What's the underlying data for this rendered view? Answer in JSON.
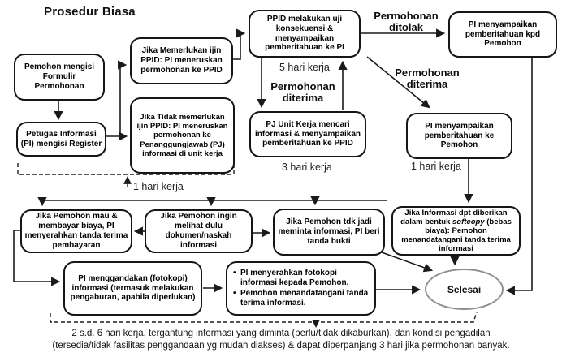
{
  "title": "Prosedur Biasa",
  "nodes": {
    "pemohon_formulir": "Pemohon mengisi Formulir Permohonan",
    "petugas_register": "Petugas Informasi (PI) mengisi Register",
    "perlu_ijin": "Jika Memerlukan ijin PPID: PI meneruskan permohonan ke PPID",
    "tidak_perlu_ijin": "Jika Tidak memerlukan ijin PPID: PI meneruskan permohonan ke Penanggungjawab (PJ) informasi di unit kerja",
    "ppid_uji": "PPID melakukan uji konsekuensi & menyampaikan pemberitahuan ke PI",
    "pi_kpd_pemohon": "PI menyampaikan pemberitahuan kpd Pemohon",
    "pj_unit_kerja": "PJ Unit Kerja mencari informasi & menyampaikan pemberitahuan ke PPID",
    "pi_ke_pemohon": "PI menyampaikan pemberitahuan ke Pemohon",
    "pemohon_membayar": "Jika Pemohon mau & membayar biaya, PI menyerahkan tanda terima pembayaran",
    "pemohon_melihat": "Jika Pemohon ingin melihat dulu dokumen/naskah informasi",
    "pemohon_tdk_jadi": "Jika Pemohon tdk jadi meminta informasi, PI beri tanda bukti",
    "softcopy_prefix": "Jika Informasi dpt diberikan dalam bentuk ",
    "softcopy_word": "softcopy",
    "softcopy_suffix": " (bebas biaya): Pemohon menandatangani tanda terima informasi",
    "menggandakan": "PI menggandakan (fotokopi) informasi (termasuk melakukan pengaburan, apabila diperlukan)",
    "serah_bullets": [
      "PI menyerahkan fotokopi informasi kepada Pemohon.",
      "Pemohon menandatangani tanda terima informasi."
    ],
    "selesai": "Selesai"
  },
  "edge_labels": {
    "ditolak": "Permohonan ditolak",
    "diterima_left": "Permohonan diterima",
    "diterima_right": "Permohonan diterima"
  },
  "durations": {
    "lima_hari": "5 hari kerja",
    "tiga_hari": "3 hari kerja",
    "satu_hari_left": "1 hari kerja",
    "satu_hari_right": "1 hari kerja"
  },
  "caption": {
    "line1": "2 s.d. 6 hari kerja, tergantung informasi yang diminta (perlu/tidak dikaburkan), dan kondisi pengadilan",
    "line2": "(tersedia/tidak fasilitas penggandaan yg mudah diakses) & dapat diperpanjang 3 hari jika permohonan banyak."
  },
  "colors": {
    "box_border": "#161616",
    "terminator_border": "#8f8f8f",
    "line": "#1a1a1a",
    "text": "#000000",
    "background": "#ffffff"
  }
}
